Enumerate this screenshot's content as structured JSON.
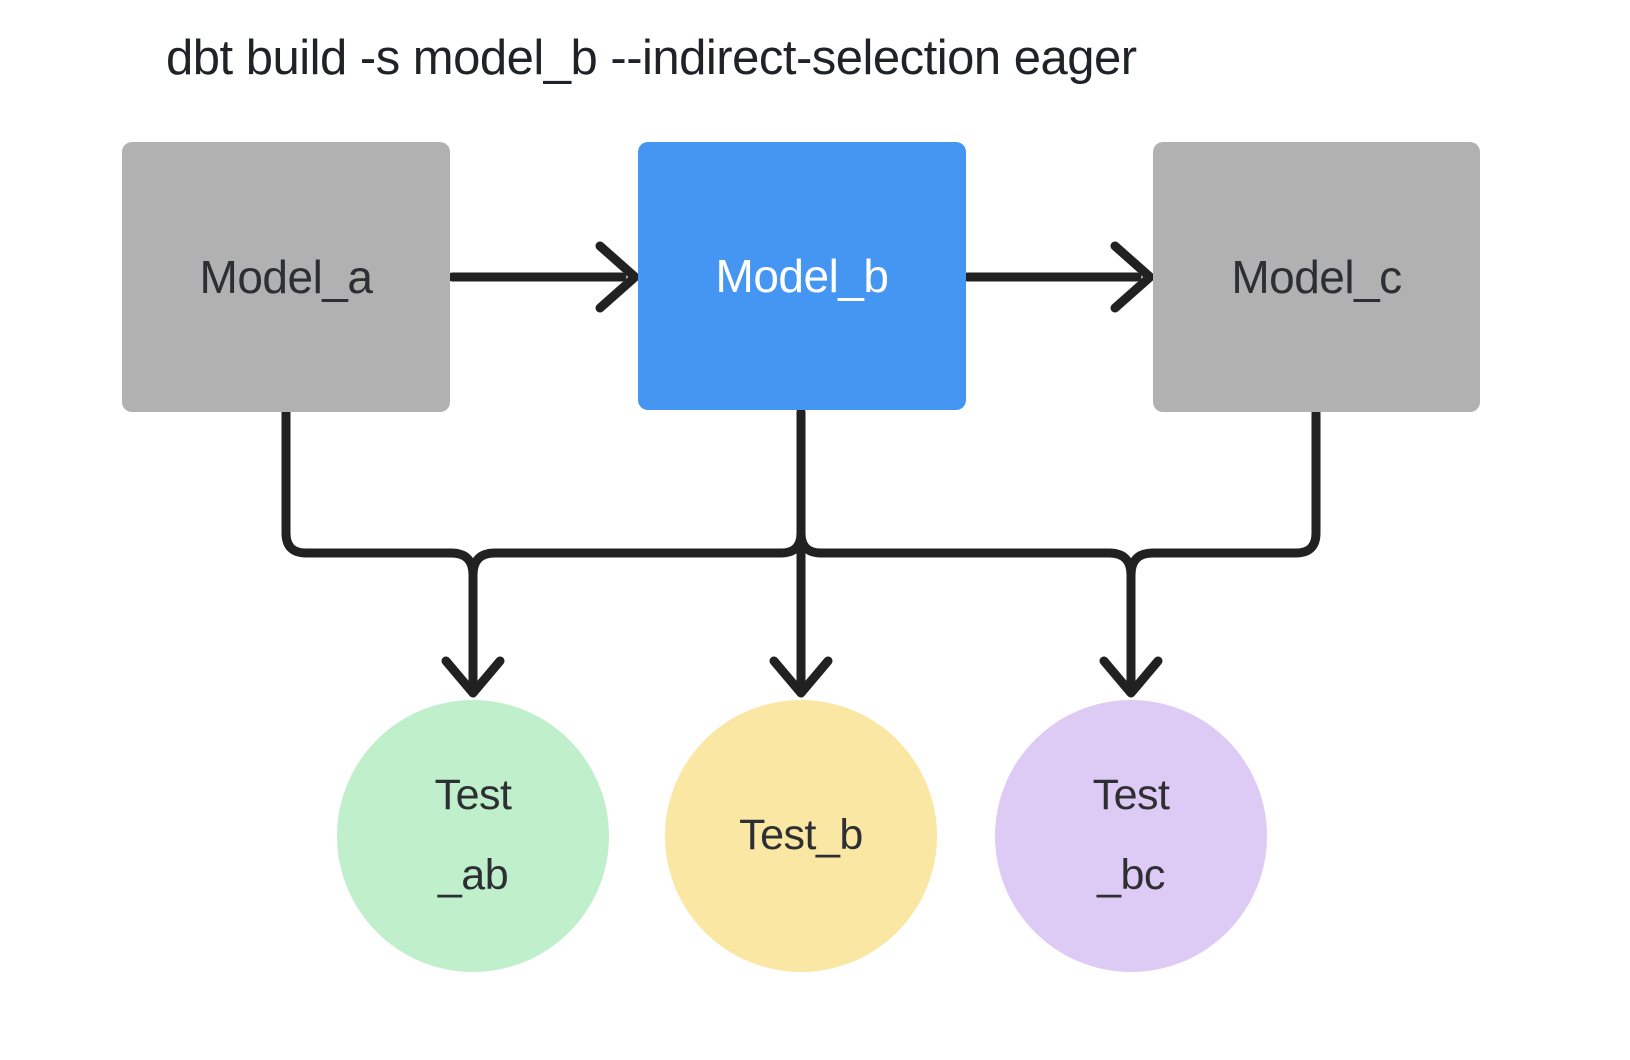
{
  "title": "dbt build -s model_b --indirect-selection eager",
  "colors": {
    "background": "#ffffff",
    "connector": "#212121",
    "title_text": "#1f2227"
  },
  "diagram": {
    "models": [
      {
        "id": "model_a",
        "label": "Model_a",
        "fill": "#b1b1b1",
        "text_color": "#2d2f33",
        "selected": false
      },
      {
        "id": "model_b",
        "label": "Model_b",
        "fill": "#4596f3",
        "text_color": "#ffffff",
        "selected": true
      },
      {
        "id": "model_c",
        "label": "Model_c",
        "fill": "#b1b1b1",
        "text_color": "#2d2f33",
        "selected": false
      }
    ],
    "tests": [
      {
        "id": "test_ab",
        "lines": [
          "Test",
          "_ab"
        ],
        "fill": "#c0efcb"
      },
      {
        "id": "test_b",
        "lines": [
          "Test_b"
        ],
        "fill": "#f9e7a3"
      },
      {
        "id": "test_bc",
        "lines": [
          "Test",
          "_bc"
        ],
        "fill": "#decbf5"
      }
    ],
    "edges": [
      {
        "from": "model_a",
        "to": "model_b"
      },
      {
        "from": "model_b",
        "to": "model_c"
      },
      {
        "from": "model_a",
        "to": "test_ab"
      },
      {
        "from": "model_b",
        "to": "test_ab"
      },
      {
        "from": "model_b",
        "to": "test_b"
      },
      {
        "from": "model_b",
        "to": "test_bc"
      },
      {
        "from": "model_c",
        "to": "test_bc"
      }
    ]
  }
}
